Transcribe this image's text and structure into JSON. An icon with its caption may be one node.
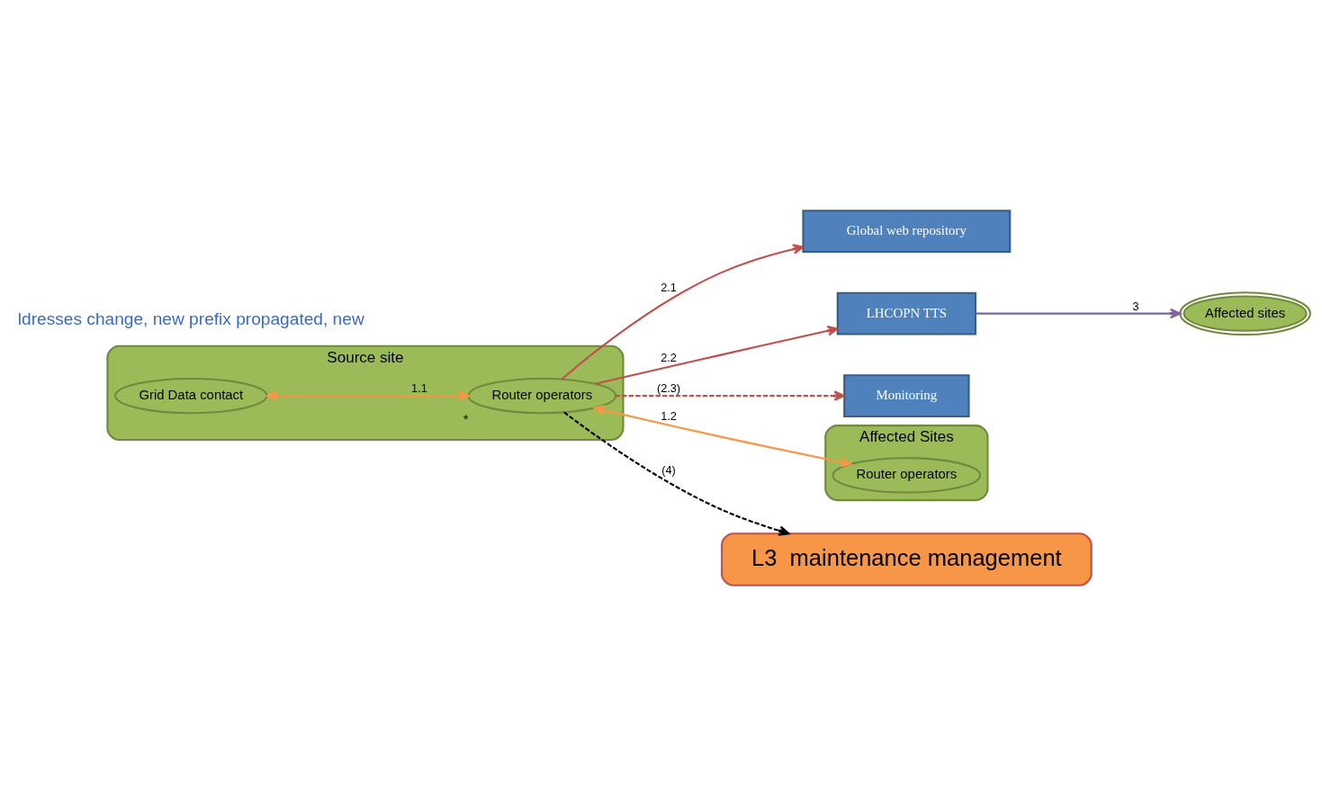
{
  "diagram": {
    "nodes": [
      {
        "text": [
          "Source site"
        ]
      },
      {
        "text": [
          "Grid Data contact"
        ],
        "in": 0
      },
      {
        "text": [
          "Router operators"
        ],
        "beside": [
          "*"
        ],
        "in": 0
      },
      {
        "text": [
          "Global web repository"
        ]
      },
      {
        "text": [
          "LHCOPN TTS"
        ]
      },
      {
        "text": [
          "Affected sites"
        ]
      },
      {
        "text": [
          "Monitoring"
        ]
      },
      {
        "text": [
          "Affected Sites"
        ]
      },
      {
        "text": [
          "Router operators"
        ],
        "in": 7
      },
      {
        "text": [
          "L3  maintenance management"
        ]
      }
    ],
    "edges": [
      {
        "from": 1,
        "to": 2,
        "arrow": "both",
        "label": "1.1",
        "color": "#f79646"
      },
      {
        "from": 2,
        "to": 8,
        "arrow": "both",
        "label": "1.2",
        "color": "#f79646"
      },
      {
        "from": 2,
        "to": 3,
        "arrow": "to",
        "label": "2.1"
      },
      {
        "from": 2,
        "to": 4,
        "arrow": "to",
        "label": "2.2"
      },
      {
        "from": 2,
        "to": 6,
        "arrow": "to",
        "label": "(2.3)",
        "style": "dashed"
      },
      {
        "from": 2,
        "to": 9,
        "arrow": "to",
        "label": "(4)",
        "style": "dashed",
        "color": "#000000"
      },
      {
        "from": 4,
        "to": 5,
        "arrow": "to",
        "label": "3",
        "color": "#8064a2"
      }
    ],
    "labels": [
      "ldresses change, new prefix propagated, new"
    ]
  }
}
